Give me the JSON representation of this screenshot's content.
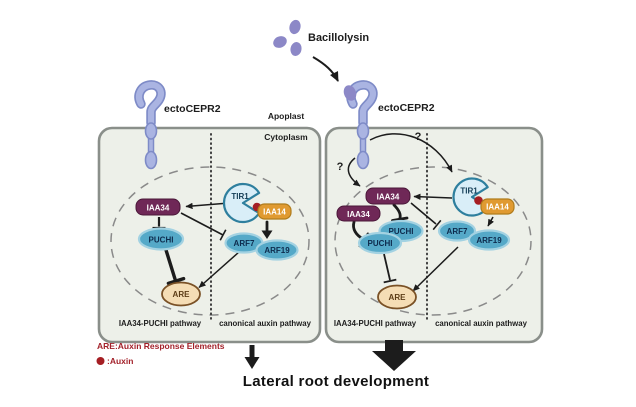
{
  "figure": {
    "bacillolysin_label": "Bacillolysin",
    "receptor_left_label": "ectoCEPR2",
    "receptor_right_label": "ectoCEPR2",
    "apoplast_label": "Apoplast",
    "cytoplasm_label": "Cytoplasm",
    "footer_label": "Lateral root development"
  },
  "left_cell": {
    "iaa34": "IAA34",
    "puchi": "PUCHI",
    "tir1": "TIR1",
    "iaa14": "IAA14",
    "arf7": "ARF7",
    "arf19": "ARF19",
    "are": "ARE",
    "pathway_left": "IAA34-PUCHI pathway",
    "pathway_right": "canonical auxin pathway"
  },
  "right_cell": {
    "question_receptor": "?",
    "question_tir1": "?",
    "iaa34_a": "IAA34",
    "iaa34_b": "IAA34",
    "puchi_a": "PUCHI",
    "puchi_b": "PUCHI",
    "tir1": "TIR1",
    "iaa14": "IAA14",
    "arf7": "ARF7",
    "arf19": "ARF19",
    "are": "ARE",
    "pathway_left": "IAA34-PUCHI pathway",
    "pathway_right": "canonical auxin pathway"
  },
  "legend": {
    "are_line": "ARE:Auxin Response Elements",
    "auxin_line": ":Auxin"
  },
  "colors": {
    "bacillolysin_blob": "#8c88c7",
    "receptor_fill": "#aab4e2",
    "receptor_stroke": "#7e8bc7",
    "cell_fill": "#edf0e9",
    "cell_border": "#8a8f8a",
    "iaa34_fill": "#6f2857",
    "teal_node_fill": "#55a9c8",
    "teal_node_halo": "#a3d2e2",
    "tir1_fill": "#d9eef8",
    "tir1_stroke": "#2e7f9e",
    "iaa14_fill": "#e09a31",
    "are_fill": "#f5ddb5",
    "are_stroke": "#7a5126",
    "auxin_red": "#a51e23",
    "legend_red": "#a3212a",
    "line": "#1c1c1c"
  }
}
